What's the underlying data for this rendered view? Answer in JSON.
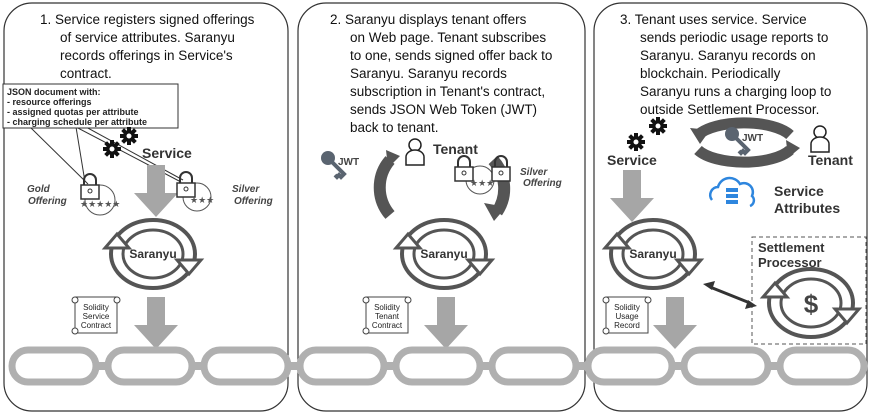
{
  "panels": [
    {
      "step_lines": [
        "1.  Service registers signed offerings",
        "of service attributes. Saranyu",
        "records offerings in Service's",
        "contract."
      ],
      "json_box": [
        "JSON document with:",
        "- resource offerings",
        "- assigned quotas per attribute",
        "- charging schedule per attribute"
      ],
      "service": "Service",
      "gold": [
        "Gold",
        "Offering"
      ],
      "silver": [
        "Silver",
        "Offering"
      ],
      "gold_stars": "★★★★★",
      "silver_stars": "★★★",
      "saranyu": "Saranyu",
      "contract": [
        "Solidity",
        "Service",
        "Contract"
      ]
    },
    {
      "step_lines": [
        "2. Saranyu displays tenant offers",
        "on Web page. Tenant subscribes",
        "to one, sends signed offer back to",
        "Saranyu. Saranyu records",
        "subscription in Tenant's contract,",
        "sends JSON Web Token (JWT)",
        "back to tenant."
      ],
      "tenant": "Tenant",
      "jwt": "JWT",
      "silver": [
        "Silver",
        "Offering"
      ],
      "stars": "★★★",
      "saranyu": "Saranyu",
      "contract": [
        "Solidity",
        "Tenant",
        "Contract"
      ]
    },
    {
      "step_lines": [
        "3. Tenant uses service. Service",
        "sends periodic usage reports to",
        "Saranyu. Saranyu records on",
        "blockchain. Periodically",
        "Saranyu runs a charging loop to",
        "outside Settlement Processor."
      ],
      "service": "Service",
      "tenant": "Tenant",
      "jwt": "JWT",
      "attributes": [
        "Service",
        "Attributes"
      ],
      "saranyu": "Saranyu",
      "settlement": [
        "Settlement",
        "Processor"
      ],
      "dollar": "$",
      "contract": [
        "Solidity",
        "Usage",
        "Record"
      ]
    }
  ],
  "colors": {
    "arrow": "#a6a6a6",
    "cycle": "#555555",
    "chain": "#b0b0b0",
    "cloud": "#2e86de"
  }
}
